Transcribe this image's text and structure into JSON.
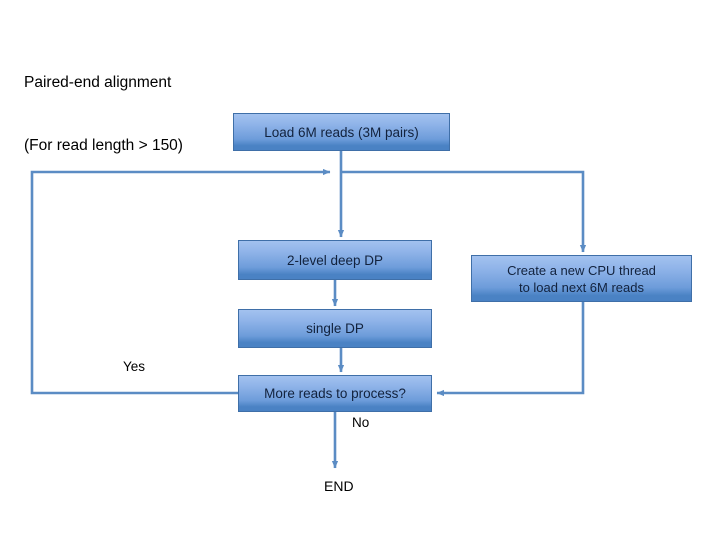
{
  "diagram": {
    "title": {
      "line1": "Paired-end alignment",
      "line2": "(For read length > 150)"
    },
    "accent_color": "#4a82c4",
    "connector_color": "#5b8cc4",
    "node_border_color": "#3f6fa8",
    "node_text_color": "#12223d",
    "background_color": "#ffffff",
    "nodes": [
      {
        "id": "load",
        "label": "Load 6M reads  (3M pairs)"
      },
      {
        "id": "twolevel",
        "label": "2-level deep DP"
      },
      {
        "id": "single",
        "label": "single DP"
      },
      {
        "id": "more",
        "label": "More reads to process?"
      },
      {
        "id": "cpu",
        "label": "Create a new CPU thread\nto load next 6M reads"
      }
    ],
    "labels": [
      {
        "id": "yes",
        "text": "Yes"
      },
      {
        "id": "no",
        "text": "No"
      },
      {
        "id": "end",
        "text": "END"
      }
    ]
  }
}
